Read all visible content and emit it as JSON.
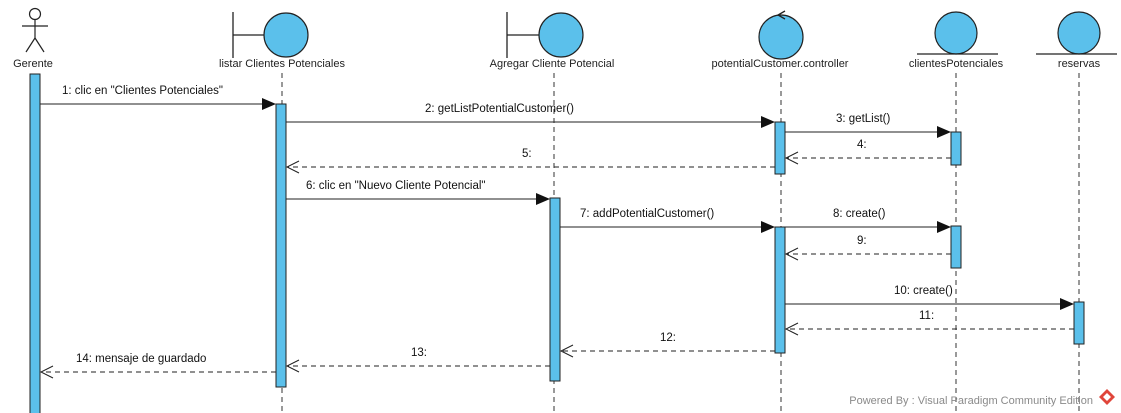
{
  "diagram": {
    "participants": [
      {
        "label": "Gerente",
        "kind": "actor"
      },
      {
        "label": "listar Clientes Potenciales",
        "kind": "boundary"
      },
      {
        "label": "Agregar Cliente Potencial",
        "kind": "boundary"
      },
      {
        "label": "potentialCustomer.controller",
        "kind": "control"
      },
      {
        "label": "clientesPotenciales",
        "kind": "entity"
      },
      {
        "label": "reservas",
        "kind": "entity"
      }
    ],
    "messages": [
      {
        "label": "1: clic en \"Clientes Potenciales\"",
        "type": "call"
      },
      {
        "label": "2: getListPotentialCustomer()",
        "type": "call"
      },
      {
        "label": "3: getList()",
        "type": "call"
      },
      {
        "label": "4:",
        "type": "return"
      },
      {
        "label": "5:",
        "type": "return"
      },
      {
        "label": "6: clic en \"Nuevo Cliente Potencial\"",
        "type": "call"
      },
      {
        "label": "7: addPotentialCustomer()",
        "type": "call"
      },
      {
        "label": "8: create()",
        "type": "call"
      },
      {
        "label": "9:",
        "type": "return"
      },
      {
        "label": "10: create()",
        "type": "call"
      },
      {
        "label": "11:",
        "type": "return"
      },
      {
        "label": "12:",
        "type": "return"
      },
      {
        "label": "13:",
        "type": "return"
      },
      {
        "label": "14: mensaje de guardado",
        "type": "return"
      }
    ],
    "footer": "Powered By : Visual Paradigm Community Edition",
    "colors": {
      "participant_fill": "#5bc0eb",
      "activation_fill": "#5bc0eb",
      "line": "#222222",
      "logo": "#e0453a"
    }
  }
}
